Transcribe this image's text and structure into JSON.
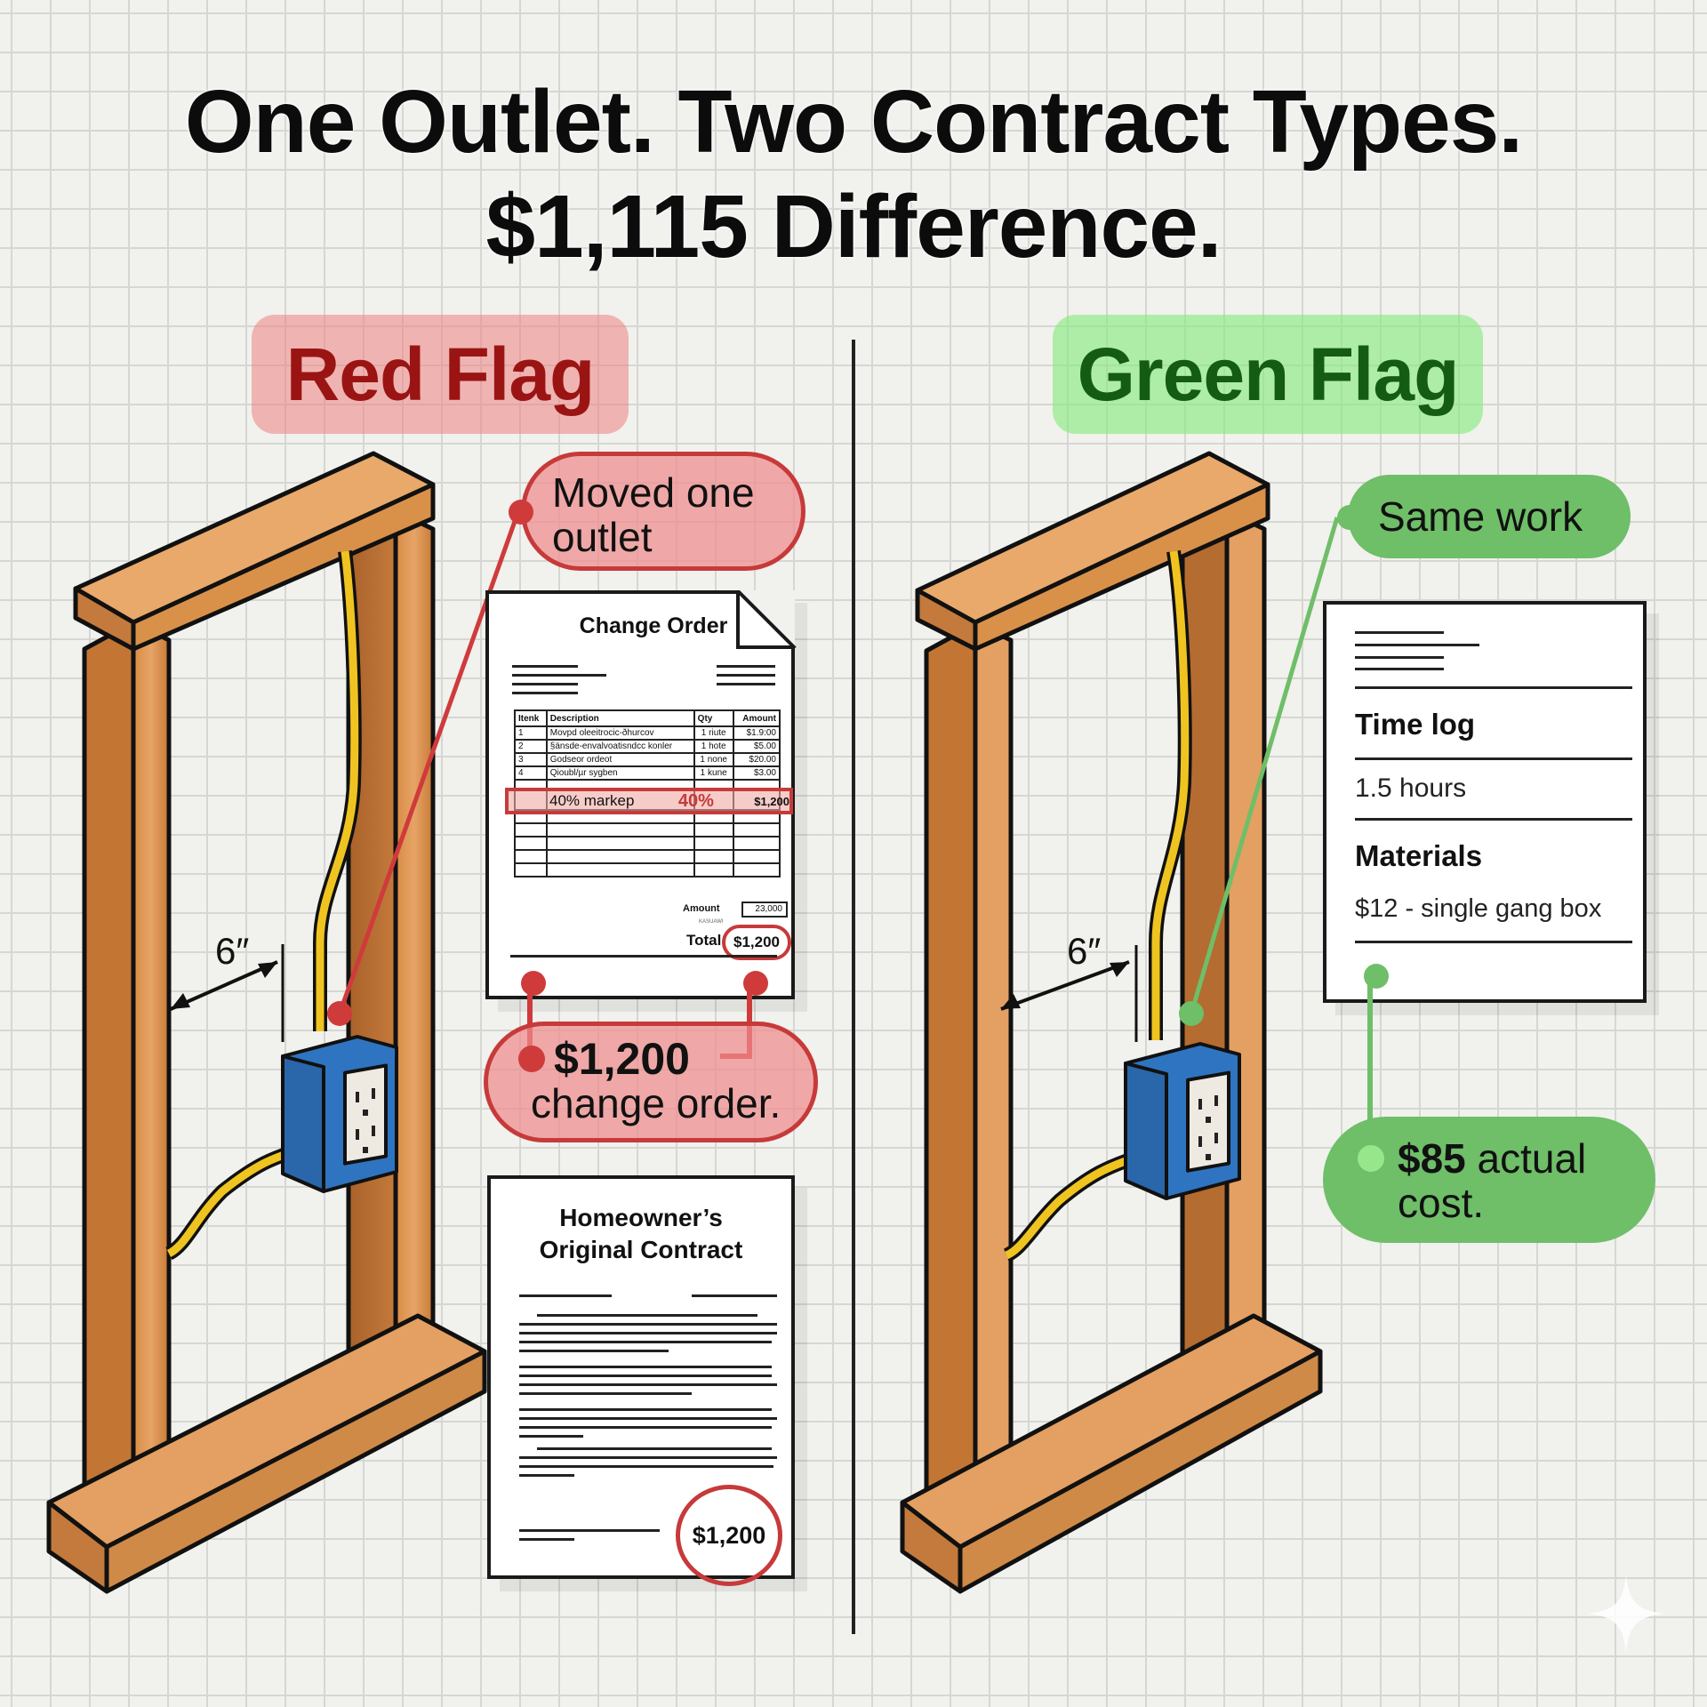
{
  "header": {
    "title_line1": "One Outlet. Two Contract Types.",
    "title_line2": "$1,115 Difference."
  },
  "colors": {
    "red_accent": "#c73a3a",
    "red_flag_text": "#9b1414",
    "green_accent": "#6fbe68",
    "green_flag_text": "#145c14",
    "outlet_box": "#2f74c0",
    "wire": "#f0c420",
    "wood": "#d9914a"
  },
  "left_panel": {
    "flag_label": "Red Flag",
    "callout_top": "Moved one outlet",
    "callout_top_line1": "Moved one",
    "callout_top_line2": "outlet",
    "dimension_label": "6″",
    "change_order": {
      "title": "Change Order",
      "columns": [
        "Itenk",
        "Description",
        "Qty",
        "Amount"
      ],
      "rows": [
        {
          "item": "1",
          "description": "Movpd oleeitrocic-ðhurcov",
          "qty": "1 riute",
          "amount": "$1.9:00"
        },
        {
          "item": "2",
          "description": "§änsde-envalvoatisndcc konler",
          "qty": "1 hote",
          "amount": "$5.00"
        },
        {
          "item": "3",
          "description": "Godseor ordeot",
          "qty": "1 none",
          "amount": "$20.00"
        },
        {
          "item": "4",
          "description": "Qioubl/µr sygben",
          "qty": "1 kune",
          "amount": "$3.00"
        }
      ],
      "markup_row": {
        "label": "40% markep",
        "percent": "40%",
        "amount": "$1,200"
      },
      "amount_label": "Amount",
      "amount_value": "23,000",
      "amount_sublabel": "KASUAWI",
      "total_label": "Total",
      "total_value": "$1,200"
    },
    "callout_bottom": {
      "amount": "$1,200",
      "text": "change order."
    },
    "original_contract": {
      "title_line1": "Homeowner’s",
      "title_line2": "Original Contract",
      "circled_amount": "$1,200"
    }
  },
  "right_panel": {
    "flag_label": "Green Flag",
    "callout_top": "Same work",
    "dimension_label": "6″",
    "time_log": {
      "heading1": "Time log",
      "value1": "1.5 hours",
      "heading2": "Materials",
      "value2": "$12 - single gang box"
    },
    "callout_bottom": {
      "amount": "$85",
      "text_inline": "actual",
      "text_line2": "cost."
    }
  },
  "icons": {
    "sparkle": "four-point-star-watermark",
    "outlet": "duplex-receptacle",
    "dimension_arrow": "double-headed-arrow"
  }
}
